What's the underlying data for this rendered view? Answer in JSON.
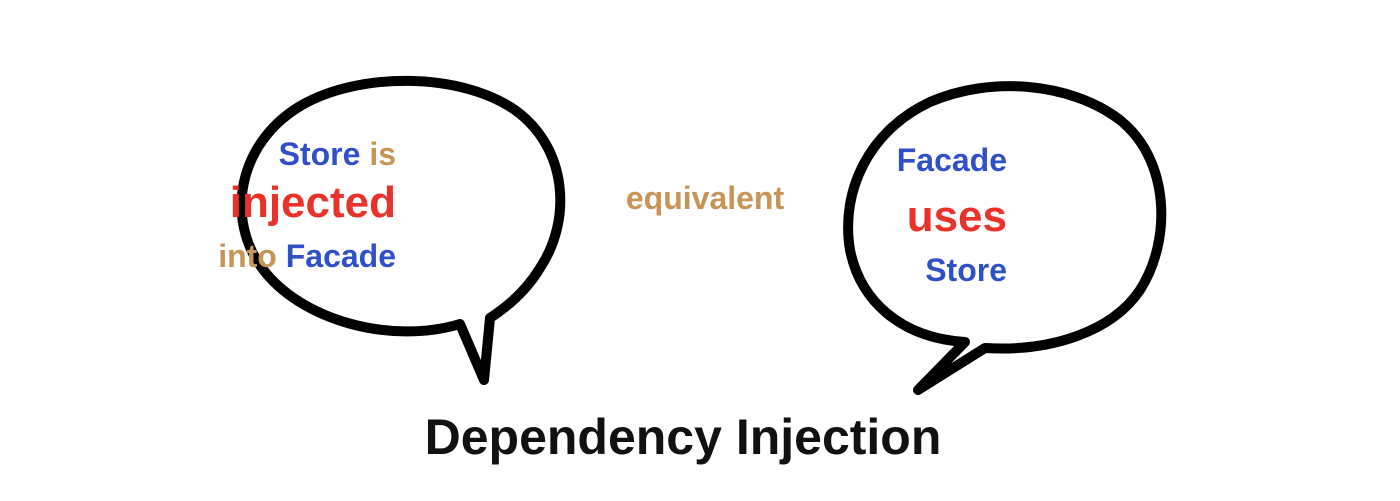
{
  "left_bubble": {
    "line1": {
      "word1": "Store",
      "word2": "is"
    },
    "line2": "injected",
    "line3": {
      "word1": "into",
      "word2": "Facade"
    }
  },
  "connector": "equivalent",
  "right_bubble": {
    "line1": "Facade",
    "line2": "uses",
    "line3": "Store"
  },
  "title": "Dependency Injection",
  "colors": {
    "blue": "#3050c8",
    "tan": "#c89458",
    "red": "#e8322a",
    "outline": "#000000"
  }
}
